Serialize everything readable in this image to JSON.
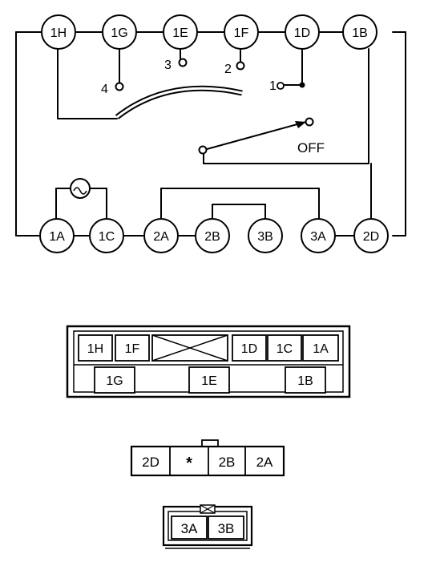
{
  "schematic": {
    "terminals_top": [
      "1H",
      "1G",
      "1E",
      "1F",
      "1D",
      "1B"
    ],
    "terminals_bottom": [
      "1A",
      "1C",
      "2A",
      "2B",
      "3B",
      "3A",
      "2D"
    ],
    "positions": {
      "p4": "4",
      "p3": "3",
      "p2": "2",
      "p1": "1",
      "off": "OFF"
    }
  },
  "connector_main": {
    "row1": [
      "1H",
      "1F",
      "1D",
      "1C",
      "1A"
    ],
    "row2": [
      "1G",
      "1E",
      "1B"
    ]
  },
  "connector_2": {
    "cells": [
      "2D",
      "*",
      "2B",
      "2A"
    ]
  },
  "connector_3": {
    "cells": [
      "3A",
      "3B"
    ]
  }
}
